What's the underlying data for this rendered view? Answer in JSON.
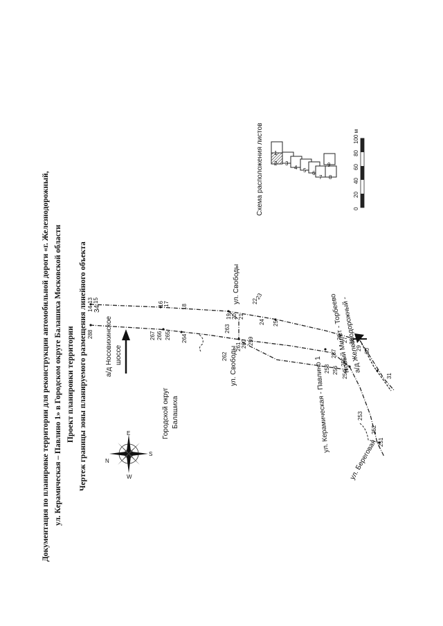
{
  "page_number": "34",
  "header": {
    "lines": [
      "Документация по планировке территории для реконструкции автомобильной дороги «г. Железнодорожный,",
      "ул. Керамическая – Павлино 1» в Городском округе Балашиха Московской области",
      "Проект планировки территории",
      "Чертеж границы зоны планируемого размещения линейного объекта"
    ]
  },
  "map": {
    "labels": {
      "nosovikhinskoe_1": "а/д Носовихинское",
      "nosovikhinskoe_2": "шоссе",
      "city_1": "Городской округ",
      "city_2": "Балашиха",
      "svobody_top": "ул. Свободы",
      "svobody_bottom": "ул. Свободы",
      "keramicheskaya": "ул. Керамическая - Павлино 1",
      "zheleznodorozhny_1": "а/д Железнодорожный -",
      "zheleznodorozhny_2": "Новый Милет - Торбеево",
      "beregovaya": "ул. Береговая",
      "compass_n": "N",
      "compass_s": "S",
      "compass_e": "E",
      "compass_w": "W"
    },
    "points": {
      "p288": "288",
      "p14": "14",
      "p13": "13",
      "p15": "15",
      "p16": "16",
      "p17": "17",
      "p18": "18",
      "p19": "19",
      "p20": "20",
      "p21": "21",
      "p22": "22",
      "p23": "23",
      "p24": "24",
      "p25": "25",
      "p26": "26",
      "p27": "27",
      "p28": "28",
      "p29": "29",
      "p30": "30",
      "p31": "31",
      "p267": "267",
      "p266": "266",
      "p265": "265",
      "p264": "264",
      "p263": "263",
      "p262": "262",
      "p261": "261",
      "p260": "260",
      "p259": "259",
      "p258": "258",
      "p257": "257",
      "p256": "256",
      "p255": "255",
      "p254": "254",
      "p253": "253",
      "p252": "252",
      "p251": "251"
    }
  },
  "scheme": {
    "title": "Схема расположения листов",
    "sheets": [
      "1",
      "2",
      "3",
      "4",
      "5",
      "6",
      "7",
      "8",
      "9"
    ],
    "highlighted_sheet": "2"
  },
  "scale": {
    "ticks": [
      "0",
      "20",
      "40",
      "60",
      "80",
      "100 м"
    ]
  }
}
